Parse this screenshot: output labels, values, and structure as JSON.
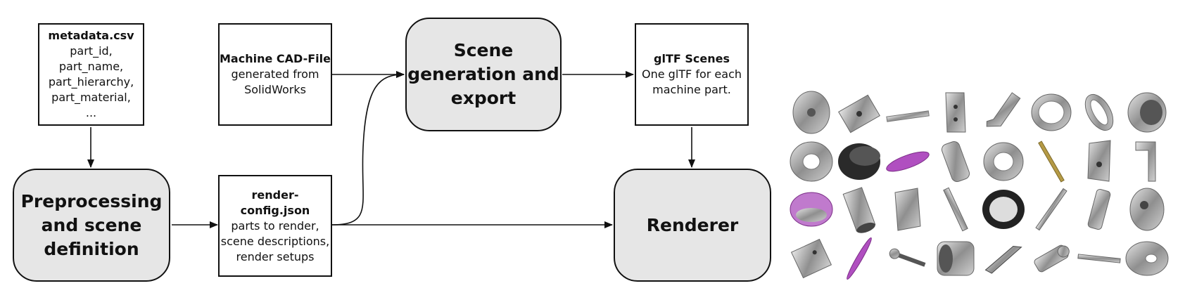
{
  "metadata_box": {
    "title": "metadata.csv",
    "lines": [
      "part_id,",
      "part_name,",
      "part_hierarchy,",
      "part_material,",
      "..."
    ]
  },
  "cad_box": {
    "title": "Machine CAD-File",
    "lines": [
      "generated from",
      "SolidWorks"
    ]
  },
  "gltf_box": {
    "title": "glTF Scenes",
    "lines": [
      "One glTF for each",
      "machine part."
    ]
  },
  "render_config_box": {
    "title": "render-config.json",
    "lines": [
      "parts to render,",
      "scene descriptions,",
      "render setups"
    ]
  },
  "process_preprocessing": [
    "Preprocessing",
    "and scene",
    "definition"
  ],
  "process_scene_generation": [
    "Scene",
    "generation and",
    "export"
  ],
  "process_renderer": [
    "Renderer"
  ],
  "colors": {
    "process_fill": "#e6e6e6",
    "stroke": "#111111",
    "metal": "#9a9a9a",
    "pink_material": "#b04fc0",
    "dark_part": "#2a2a2a"
  },
  "parts_gallery": [
    [
      "metal-disc-icon",
      "metal-block-icon",
      "thin-rod-icon",
      "bracket-icon",
      "clip-icon",
      "ring-icon",
      "ring-icon",
      "sleeve-icon"
    ],
    [
      "washer-icon",
      "black-cylinder-icon",
      "pink-disc-icon",
      "cylinder-icon",
      "washer-icon",
      "gold-rod-icon",
      "plate-icon",
      "angle-bracket-icon"
    ],
    [
      "pink-dome-icon",
      "tube-icon",
      "block-icon",
      "pin-icon",
      "black-ring-icon",
      "long-rod-icon",
      "nozzle-icon",
      "knob-icon"
    ],
    [
      "block-icon",
      "pink-blade-icon",
      "key-icon",
      "bushing-icon",
      "blade-icon",
      "fitting-icon",
      "small-rod-icon",
      "disc-ring-icon"
    ]
  ]
}
